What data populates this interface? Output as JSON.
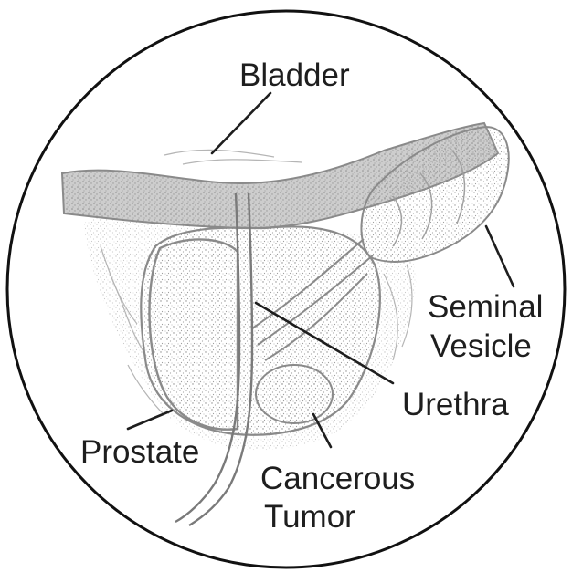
{
  "labels": {
    "bladder": "Bladder",
    "seminal_vesicle": [
      "Seminal",
      "Vesicle"
    ],
    "urethra": "Urethra",
    "prostate": "Prostate",
    "cancerous_tumor": [
      "Cancerous",
      "Tumor"
    ]
  },
  "colors": {
    "outline": "#111111",
    "bladder_fill": "#cdcdcd",
    "organ_outline": "#8a8a8a",
    "label_text": "#1e1e1e"
  }
}
